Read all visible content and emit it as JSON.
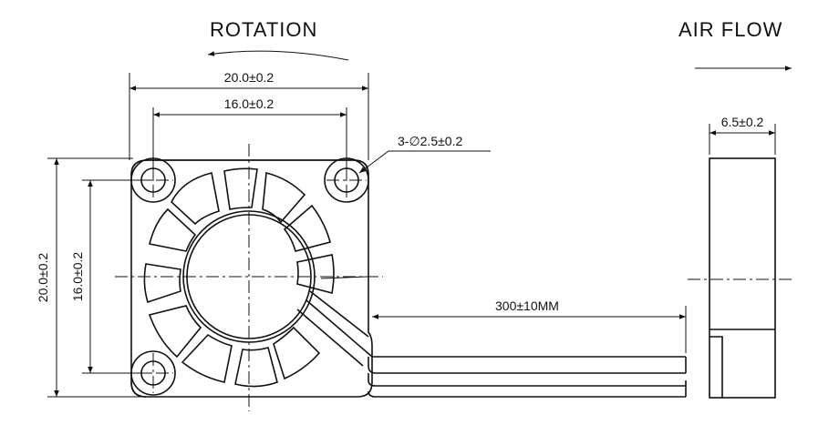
{
  "headings": {
    "rotation": "ROTATION",
    "airflow": "AIR FLOW"
  },
  "dimensions": {
    "outer_width": "20.0±0.2",
    "hole_spacing_h": "16.0±0.2",
    "outer_height": "20.0±0.2",
    "hole_spacing_v": "16.0±0.2",
    "mount_holes": "3-∅2.5±0.2",
    "thickness": "6.5±0.2",
    "cable_length": "300±10MM"
  },
  "colors": {
    "line": "#111111",
    "background": "#ffffff"
  }
}
